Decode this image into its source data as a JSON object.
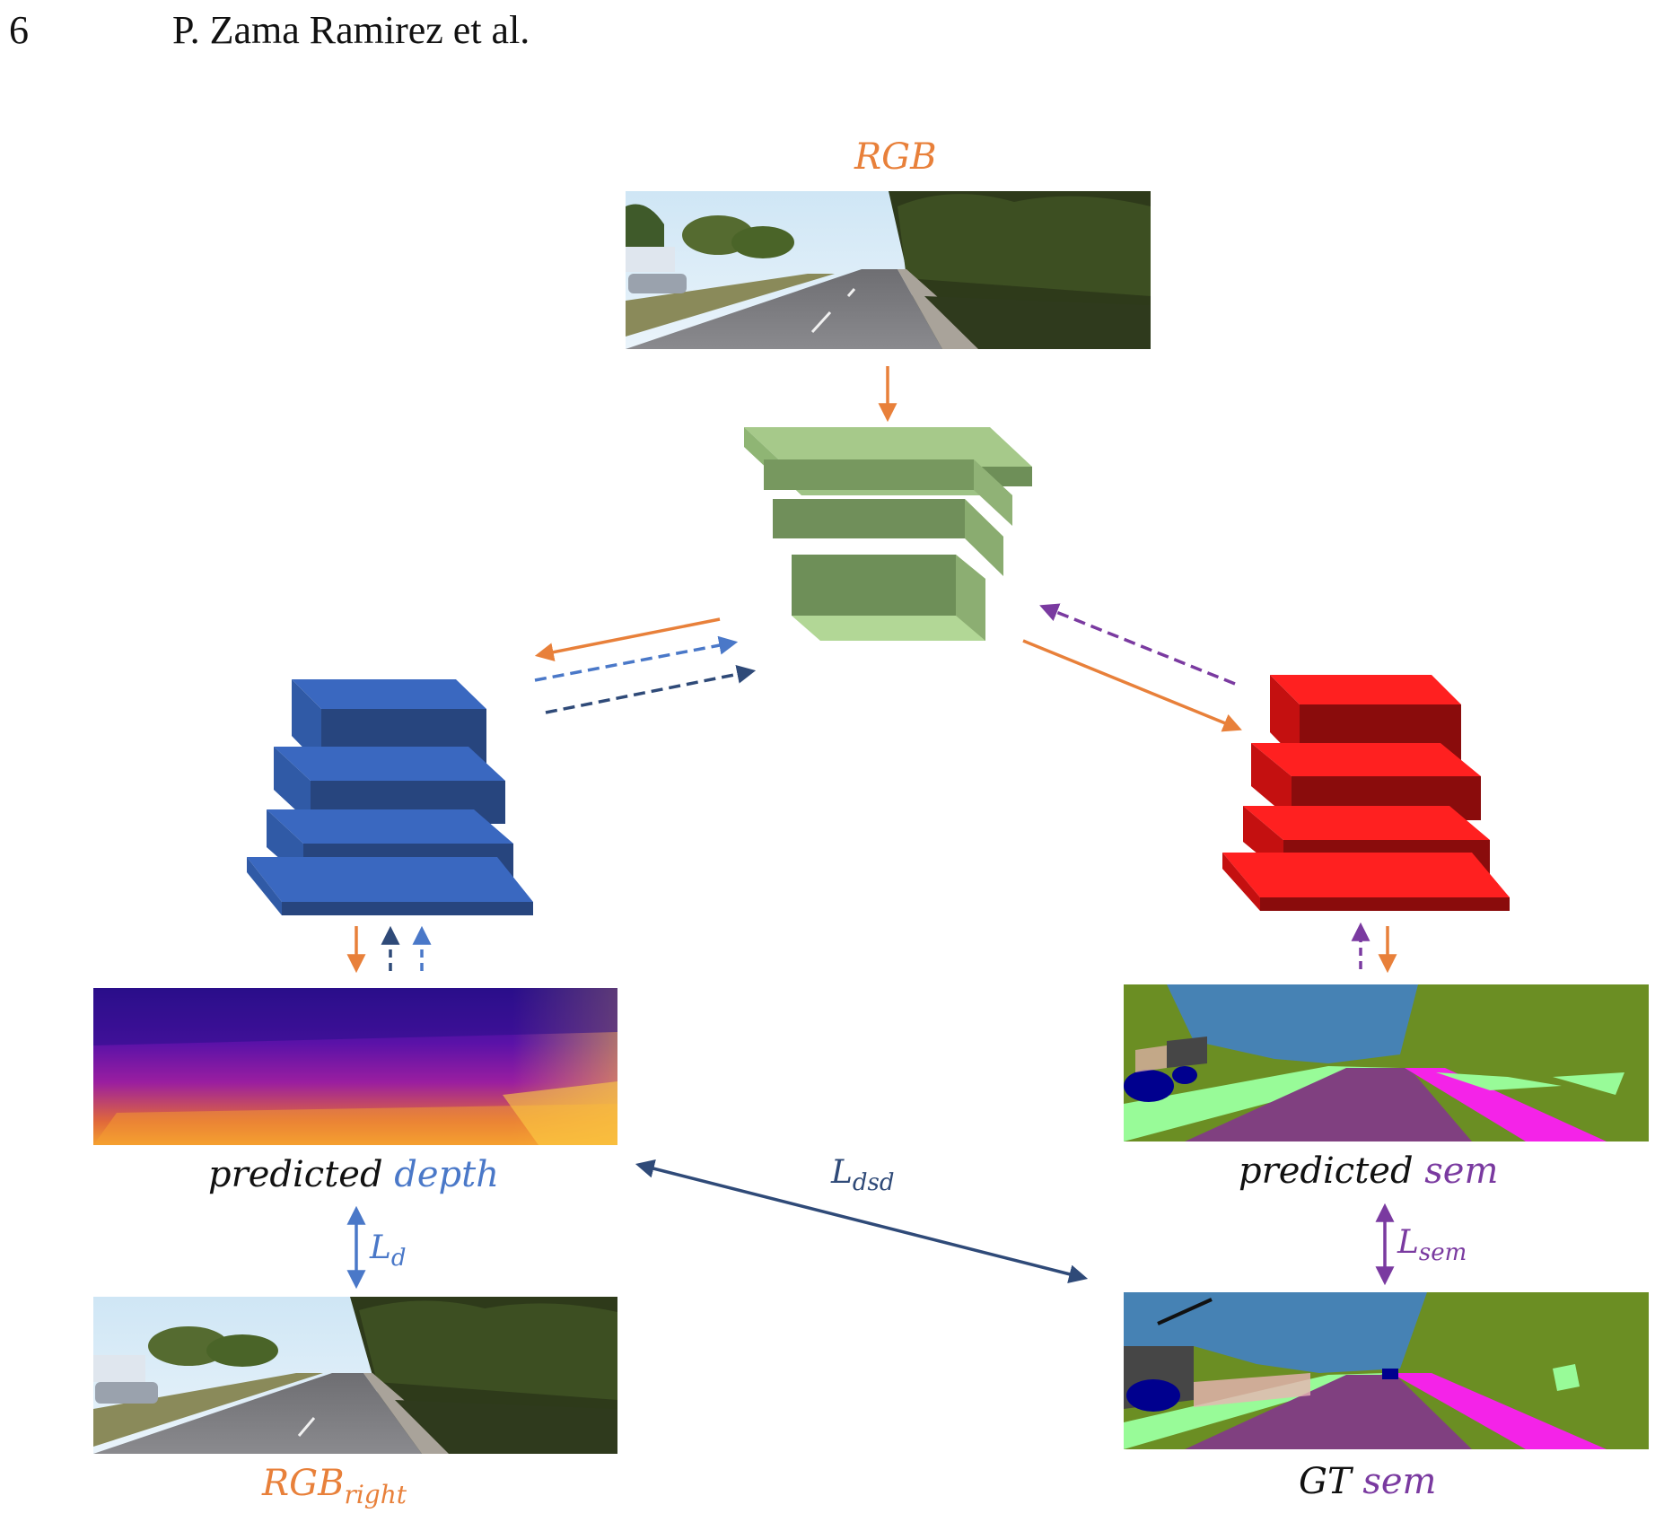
{
  "header": {
    "page_number": "6",
    "authors": "P. Zama Ramirez et al."
  },
  "labels": {
    "rgb": "RGB",
    "rgb_right_base": "RGB",
    "rgb_right_sub": "right",
    "predicted_depth_prefix": "predicted",
    "predicted_depth_word": "depth",
    "predicted_sem_prefix": "predicted",
    "predicted_sem_word": "sem",
    "gt_sem_prefix": "GT",
    "gt_sem_word": "sem",
    "loss_d_base": "L",
    "loss_d_sub": "d",
    "loss_dsd_base": "L",
    "loss_dsd_sub": "dsd",
    "loss_sem_base": "L",
    "loss_sem_sub": "sem"
  },
  "colors": {
    "orange": "#e8803a",
    "light_blue": "#4a78c8",
    "navy": "#2f4a78",
    "purple": "#7a3aa0",
    "encoder_green": "#7fa668",
    "depth_decoder_blue": "#2f5aa8",
    "sem_decoder_red": "#c41010"
  }
}
